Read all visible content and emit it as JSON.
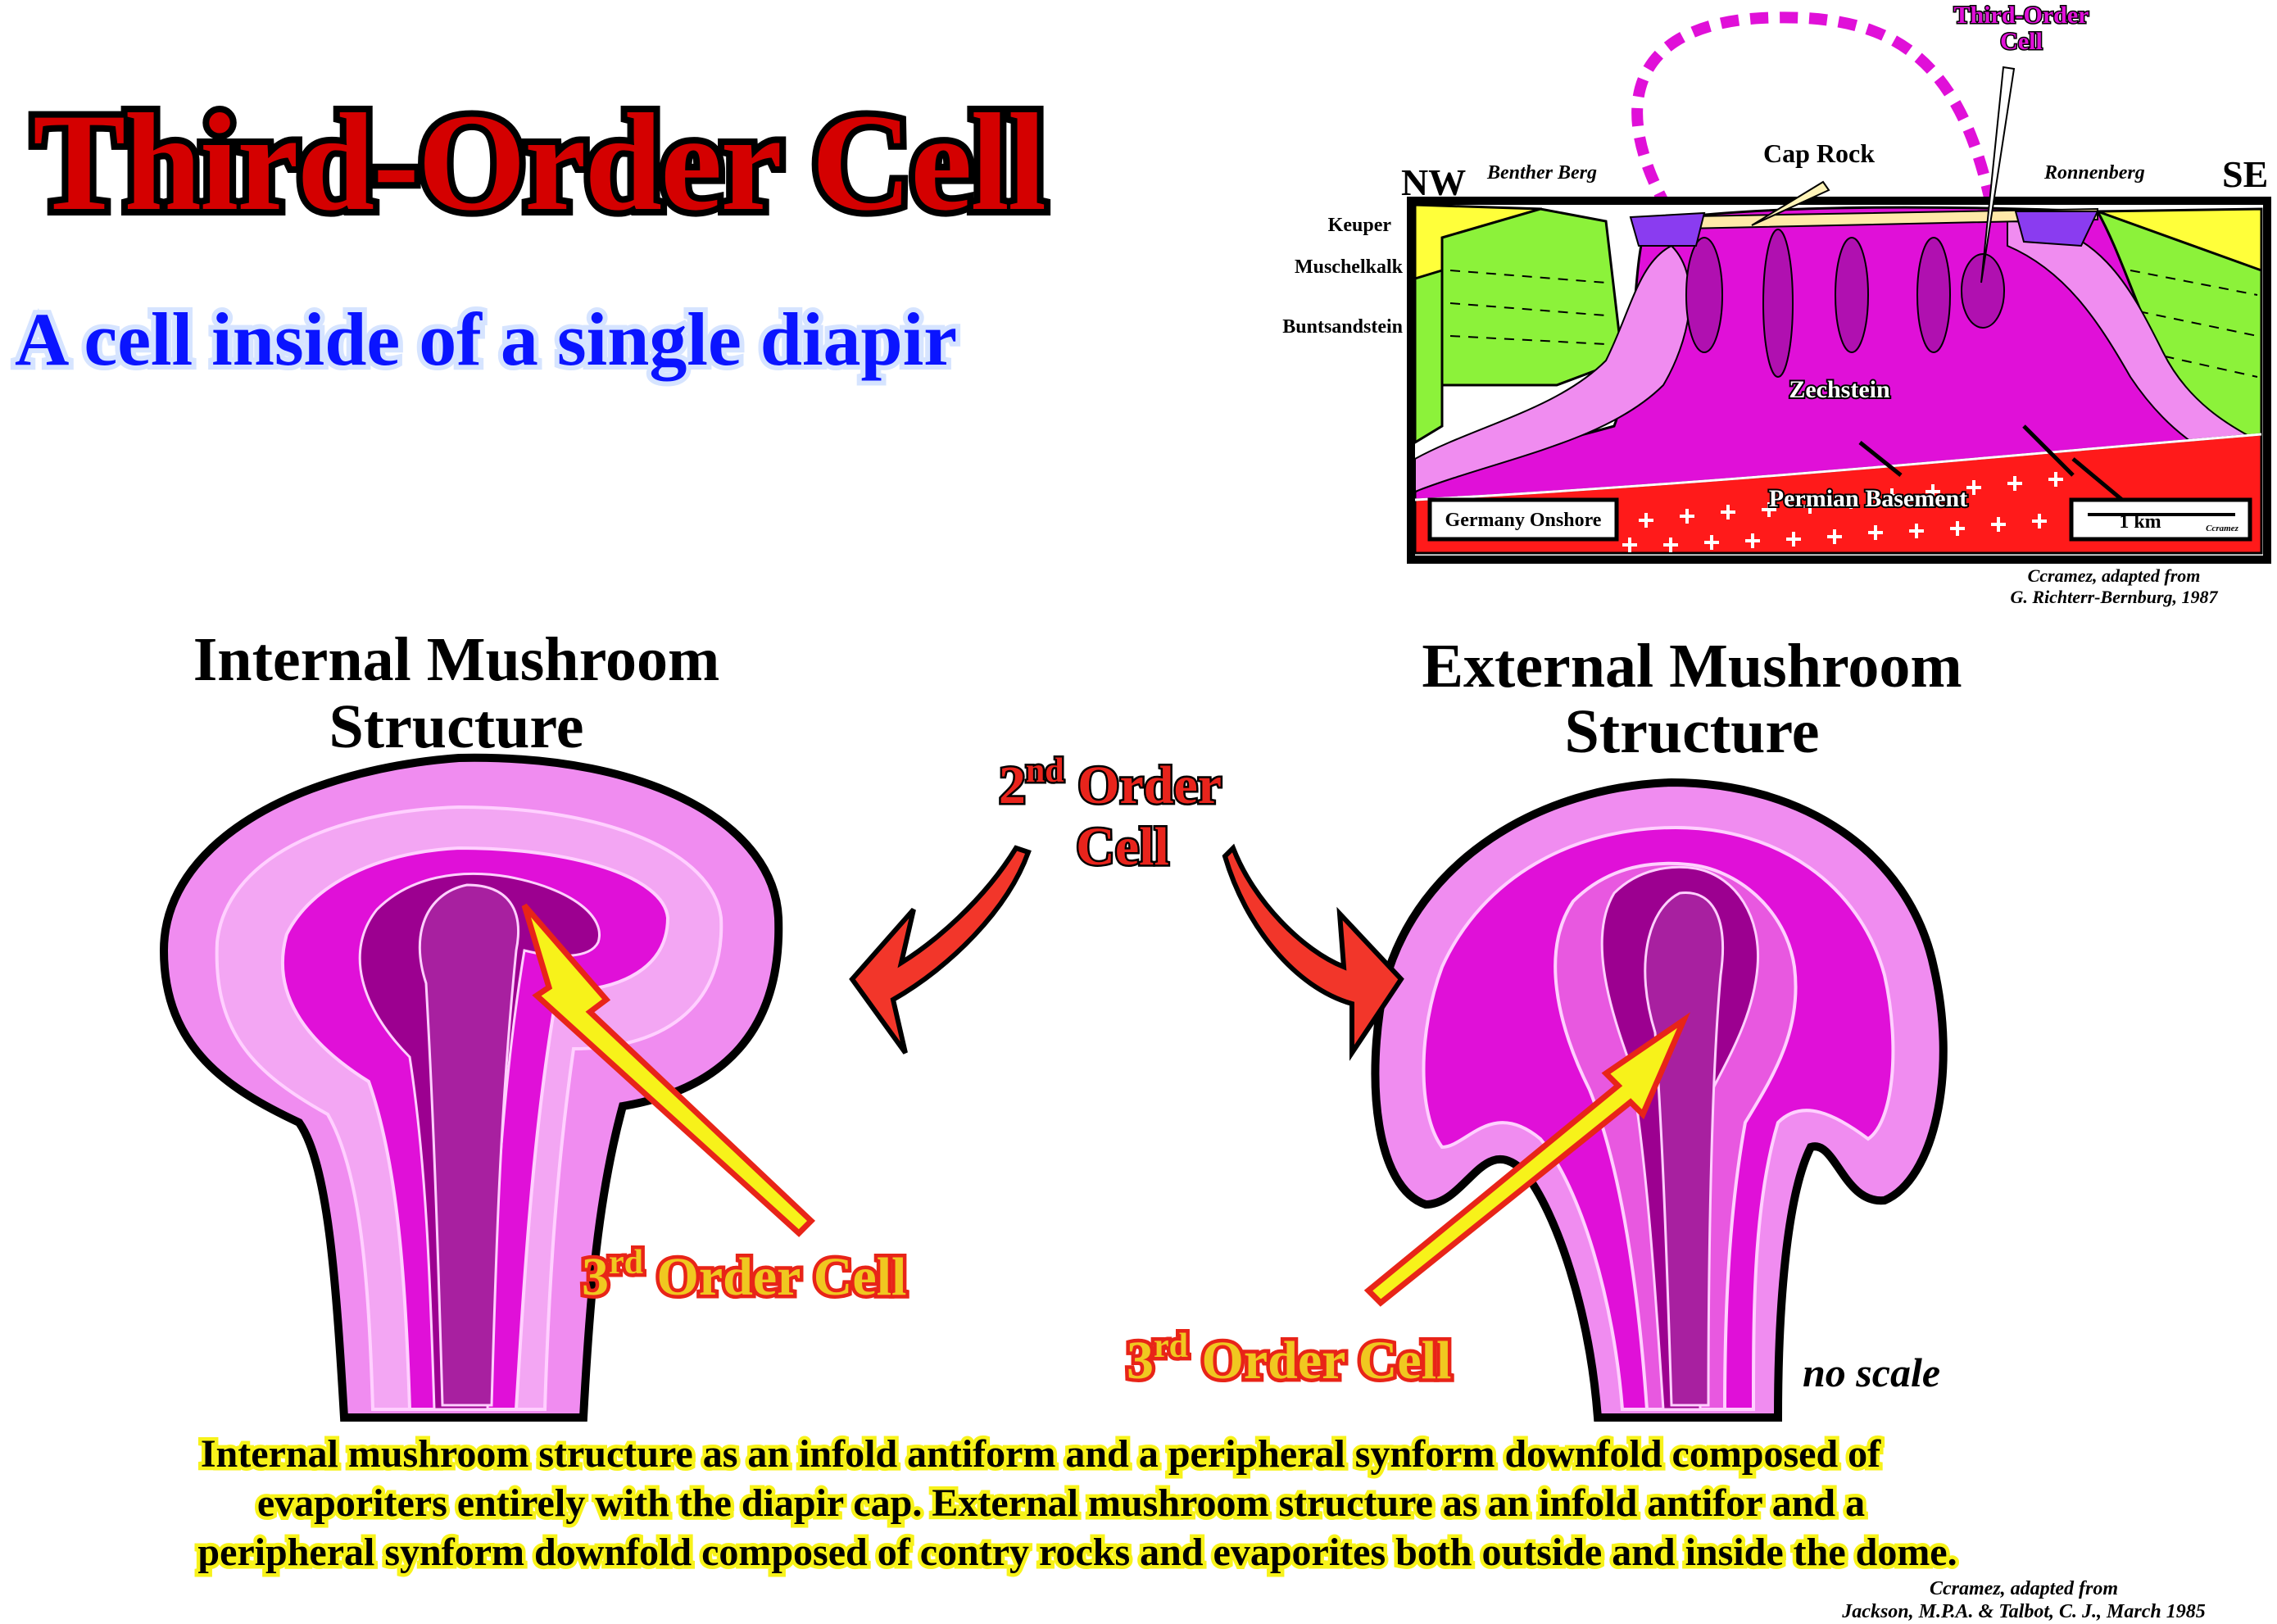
{
  "title": "Third-Order Cell",
  "subtitle": "A cell inside of a  single diapir",
  "cross_section": {
    "nw": "NW",
    "se": "SE",
    "benther_berg": "Benther Berg",
    "ronnenberg": "Ronnenberg",
    "cap_rock": "Cap Rock",
    "third_order_cell_line1": "Third-Order",
    "third_order_cell_line2": "Cell",
    "keuper": "Keuper",
    "muschelkalk": "Muschelkalk",
    "buntsandstein": "Buntsandstein",
    "zechstein": "Zechstein",
    "permian_basement": "Permian Basement",
    "location": "Germany Onshore",
    "scale": "1 km",
    "scale_credit": "Ccramez",
    "credit_line1": "Ccramez, adapted from",
    "credit_line2": "G. Richterr-Bernburg, 1987"
  },
  "internal": {
    "heading_line1": "Internal Mushroom",
    "heading_line2": "Structure",
    "cell_label_num": "3",
    "cell_label_sup": "rd",
    "cell_label_text": " Order Cell"
  },
  "external": {
    "heading_line1": "External Mushroom",
    "heading_line2": "Structure",
    "cell_label_num": "3",
    "cell_label_sup": "rd",
    "cell_label_text": " Order Cell"
  },
  "second_order": {
    "line1_num": "2",
    "line1_sup": "nd",
    "line1_text": " Order",
    "line2": "Cell"
  },
  "no_scale": "no scale",
  "caption": {
    "line1": "Internal mushroom structure as an infold antiform and a peripheral synform downfold composed of",
    "line2": "evaporiters entirely with the diapir cap. External mushroom structure as an infold antifor and a",
    "line3": "peripheral synform downfold composed of contry rocks and evaporites both outside and inside the dome."
  },
  "credit": {
    "line1": "Ccramez, adapted from",
    "line2": "Jackson, M.P.A. & Talbot, C. J., March 1985"
  },
  "colors": {
    "title_red": "#d40000",
    "subtitle_blue": "#0a14ff",
    "magenta": "#e010d8",
    "dark_magenta": "#9c0090",
    "pink": "#f08cf0",
    "basement_red": "#ff1a1a",
    "arrow_yellow": "#f7f21a"
  }
}
